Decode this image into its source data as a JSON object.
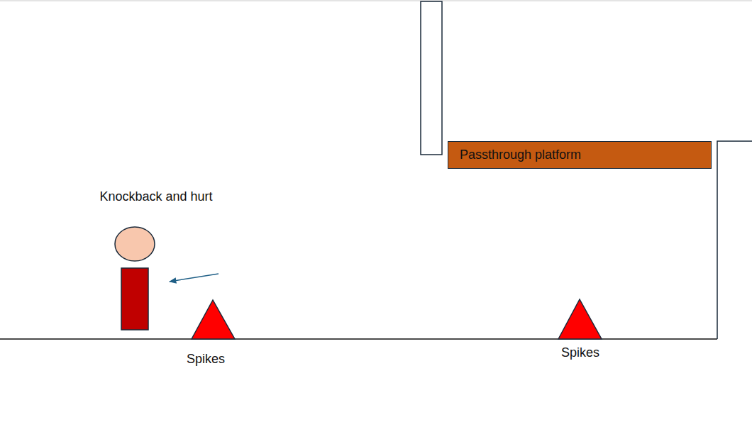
{
  "diagram": {
    "nodes": [
      {
        "text": [
          "Passthrough platform"
        ]
      }
    ],
    "labels": [
      "Knockback and hurt",
      "Spikes",
      "Spikes"
    ]
  }
}
